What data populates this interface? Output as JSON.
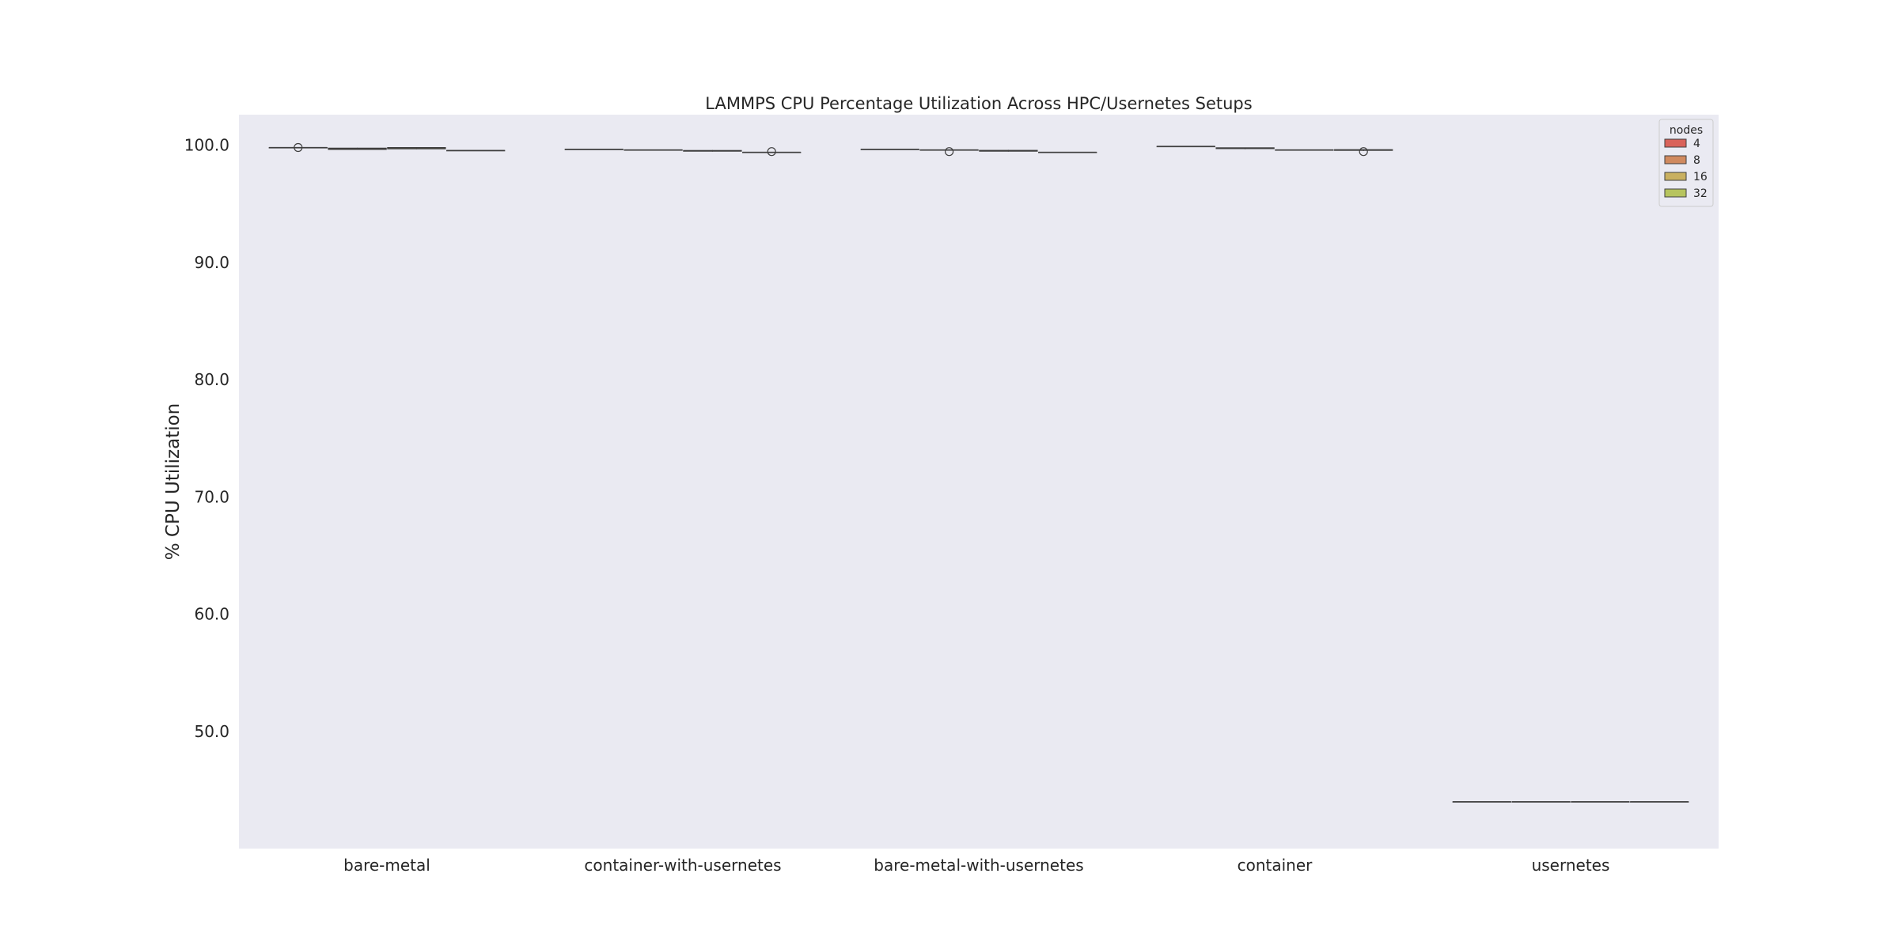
{
  "chart_data": {
    "type": "box",
    "title": "LAMMPS CPU Percentage Utilization Across HPC/Usernetes Setups",
    "xlabel": "",
    "ylabel": "% CPU Utilization",
    "categories": [
      "bare-metal",
      "container-with-usernetes",
      "bare-metal-with-usernetes",
      "container",
      "usernetes"
    ],
    "ylim": [
      40.0,
      102.6
    ],
    "yticks": [
      50.0,
      60.0,
      70.0,
      80.0,
      90.0,
      100.0
    ],
    "ytick_labels": [
      "50.0",
      "60.0",
      "70.0",
      "80.0",
      "90.0",
      "100.0"
    ],
    "grid": false,
    "legend": {
      "title": "nodes",
      "placement": "top-right"
    },
    "series": [
      {
        "name": "4",
        "color": "#d9625a",
        "boxes": [
          {
            "min": 99.8,
            "q1": 99.8,
            "median": 99.8,
            "q3": 99.8,
            "max": 99.8,
            "outliers": [
              99.8
            ]
          },
          {
            "min": 99.65,
            "q1": 99.65,
            "median": 99.65,
            "q3": 99.65,
            "max": 99.65,
            "outliers": []
          },
          {
            "min": 99.65,
            "q1": 99.65,
            "median": 99.65,
            "q3": 99.65,
            "max": 99.65,
            "outliers": []
          },
          {
            "min": 99.9,
            "q1": 99.9,
            "median": 99.9,
            "q3": 99.9,
            "max": 99.9,
            "outliers": []
          },
          {
            "min": 44.0,
            "q1": 44.0,
            "median": 44.0,
            "q3": 44.0,
            "max": 44.0,
            "outliers": []
          }
        ]
      },
      {
        "name": "8",
        "color": "#d08a5f",
        "boxes": [
          {
            "min": 99.6,
            "q1": 99.63,
            "median": 99.7,
            "q3": 99.75,
            "max": 99.78,
            "outliers": []
          },
          {
            "min": 99.6,
            "q1": 99.6,
            "median": 99.6,
            "q3": 99.6,
            "max": 99.6,
            "outliers": []
          },
          {
            "min": 99.6,
            "q1": 99.6,
            "median": 99.6,
            "q3": 99.6,
            "max": 99.6,
            "outliers": [
              99.45
            ]
          },
          {
            "min": 99.65,
            "q1": 99.7,
            "median": 99.75,
            "q3": 99.78,
            "max": 99.8,
            "outliers": []
          },
          {
            "min": 44.0,
            "q1": 44.0,
            "median": 44.0,
            "q3": 44.0,
            "max": 44.0,
            "outliers": []
          }
        ]
      },
      {
        "name": "16",
        "color": "#c9b060",
        "boxes": [
          {
            "min": 99.65,
            "q1": 99.68,
            "median": 99.75,
            "q3": 99.8,
            "max": 99.82,
            "outliers": []
          },
          {
            "min": 99.45,
            "q1": 99.48,
            "median": 99.52,
            "q3": 99.55,
            "max": 99.58,
            "outliers": []
          },
          {
            "min": 99.45,
            "q1": 99.48,
            "median": 99.52,
            "q3": 99.56,
            "max": 99.6,
            "outliers": []
          },
          {
            "min": 99.6,
            "q1": 99.6,
            "median": 99.6,
            "q3": 99.6,
            "max": 99.6,
            "outliers": []
          },
          {
            "min": 44.0,
            "q1": 44.0,
            "median": 44.0,
            "q3": 44.0,
            "max": 44.0,
            "outliers": []
          }
        ]
      },
      {
        "name": "32",
        "color": "#b7c45f",
        "boxes": [
          {
            "min": 99.55,
            "q1": 99.55,
            "median": 99.55,
            "q3": 99.55,
            "max": 99.55,
            "outliers": []
          },
          {
            "min": 99.4,
            "q1": 99.4,
            "median": 99.4,
            "q3": 99.4,
            "max": 99.4,
            "outliers": [
              99.45
            ]
          },
          {
            "min": 99.4,
            "q1": 99.4,
            "median": 99.4,
            "q3": 99.4,
            "max": 99.4,
            "outliers": []
          },
          {
            "min": 99.5,
            "q1": 99.55,
            "median": 99.58,
            "q3": 99.62,
            "max": 99.65,
            "outliers": [
              99.45
            ]
          },
          {
            "min": 44.0,
            "q1": 44.0,
            "median": 44.0,
            "q3": 44.0,
            "max": 44.0,
            "outliers": []
          }
        ]
      }
    ]
  }
}
